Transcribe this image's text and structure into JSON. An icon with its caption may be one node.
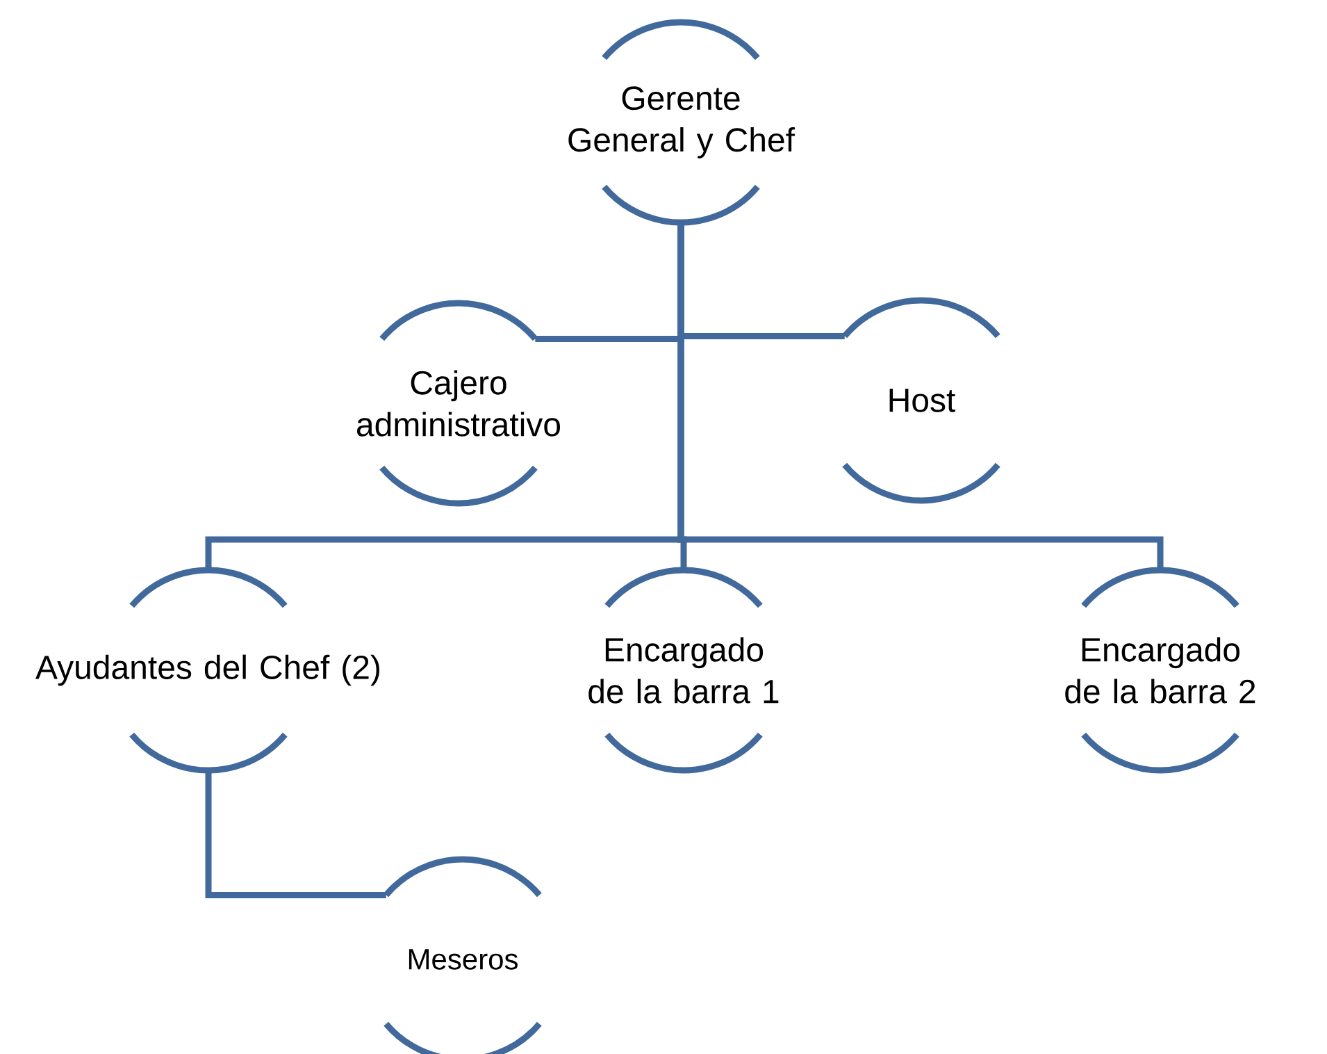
{
  "diagram": {
    "nodes": [
      {
        "text": [
          "Gerente General y Chef"
        ]
      },
      {
        "text": [
          "Cajero administrativo"
        ]
      },
      {
        "text": [
          "Host"
        ]
      },
      {
        "text": [
          "Ayudantes del Chef (2)"
        ]
      },
      {
        "text": [
          "Encargado de la barra 1"
        ]
      },
      {
        "text": [
          "Encargado de la barra 2"
        ]
      },
      {
        "text": [
          "Meseros"
        ]
      }
    ],
    "edges": [
      {
        "from": 0,
        "to": 1,
        "arrow": "none"
      },
      {
        "from": 0,
        "to": 2,
        "arrow": "none"
      },
      {
        "from": 0,
        "to": 3,
        "arrow": "none"
      },
      {
        "from": 0,
        "to": 4,
        "arrow": "none"
      },
      {
        "from": 0,
        "to": 5,
        "arrow": "none"
      },
      {
        "from": 3,
        "to": 6,
        "arrow": "none"
      }
    ]
  }
}
